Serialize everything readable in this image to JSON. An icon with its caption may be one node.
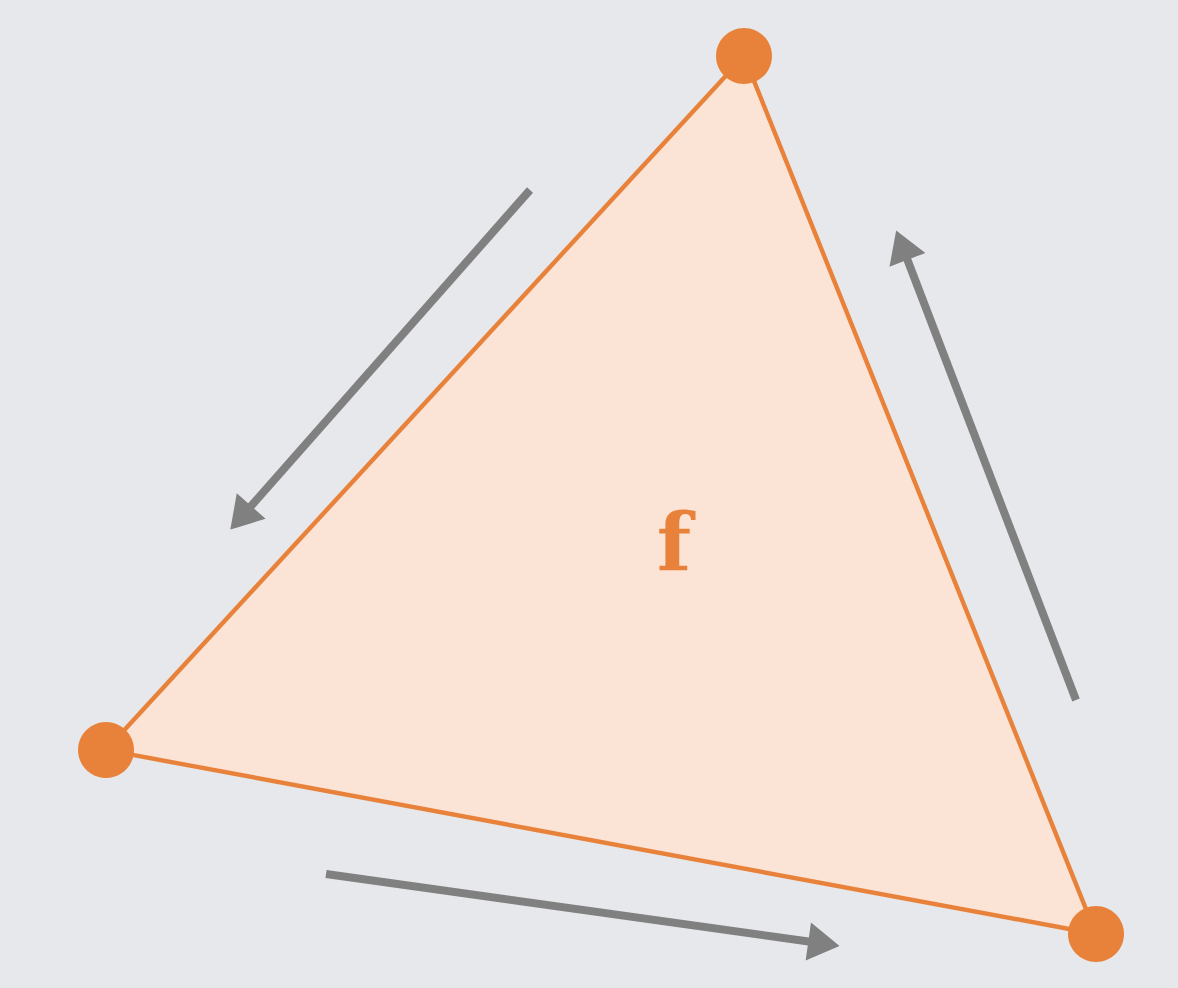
{
  "diagram": {
    "nodes": [
      {
        "text": [
          "f"
        ]
      },
      {
        "text": [],
        "shape": "circle"
      },
      {
        "text": [],
        "shape": "circle"
      },
      {
        "text": [],
        "shape": "circle"
      }
    ],
    "edges": [
      {
        "from": 1,
        "to": 2,
        "arrow": "none"
      },
      {
        "from": 2,
        "to": 3,
        "arrow": "none"
      },
      {
        "from": 3,
        "to": 1,
        "arrow": "none"
      }
    ]
  }
}
